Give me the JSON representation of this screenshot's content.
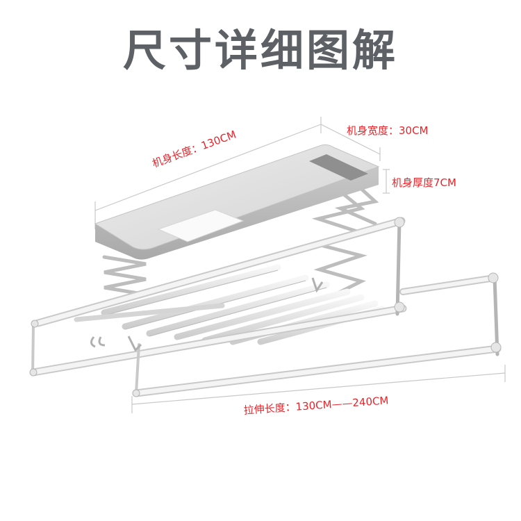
{
  "title": "尺寸详细图解",
  "dimensions": {
    "body_length": "机身长度：130CM",
    "body_width": "机身宽度：30CM",
    "body_thickness": "机身厚度7CM",
    "extension_length": "拉伸长度：130CM——240CM"
  },
  "colors": {
    "title": "#5d6166",
    "label": "#e8242a",
    "dimension_line": "#c8c8c8",
    "product_body": "#d9d9d9"
  }
}
